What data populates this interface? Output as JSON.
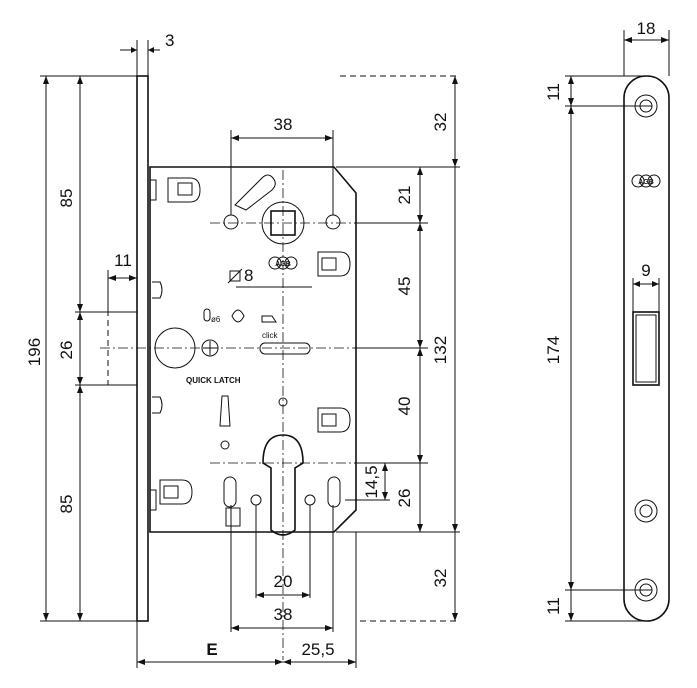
{
  "diagram": {
    "logo_text": "AGB",
    "labels": {
      "quick_latch": "QUICK LATCH",
      "click": "click",
      "diameter_6": "ø6",
      "square_8": "8"
    },
    "dimensions": {
      "faceplate_thickness": "3",
      "total_height": "196",
      "top_to_center": "85",
      "bottom_to_center": "85",
      "latch_height": "26",
      "latch_projection": "11",
      "spindle_spacing_x": "38",
      "top_offset": "32",
      "spindle_to_top_hole": "21",
      "spindle_to_latch": "45",
      "spindle_to_cylinder": "132",
      "latch_to_cylinder": "40",
      "cylinder_offset": "14,5",
      "cylinder_height": "26",
      "bottom_offset": "32",
      "cylinder_width": "20",
      "bottom_hole_spacing": "38",
      "backset": "E",
      "center_to_edge": "25,5",
      "faceplate_width": "18",
      "faceplate_top_offset": "11",
      "faceplate_hole_spacing": "174",
      "faceplate_bottom_offset": "11",
      "faceplate_slot_width": "9"
    }
  }
}
